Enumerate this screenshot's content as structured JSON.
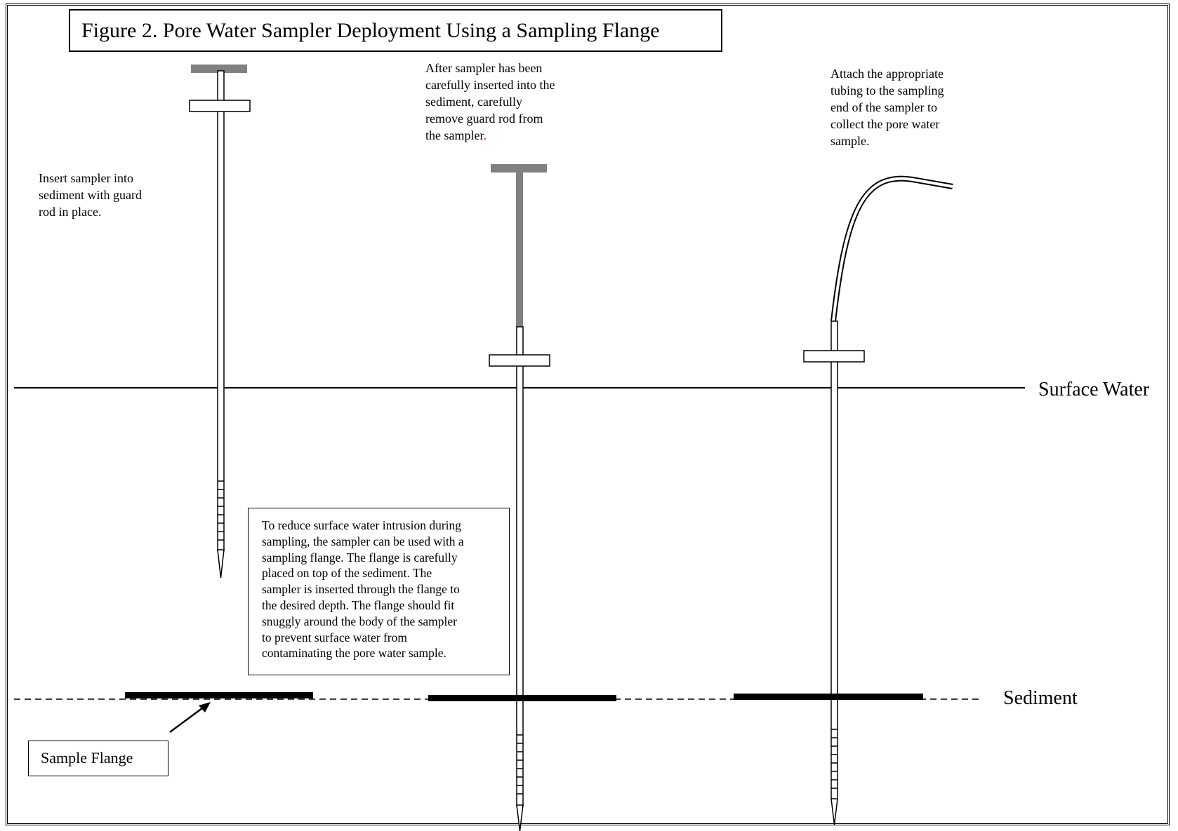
{
  "title": "Figure 2.  Pore Water Sampler Deployment Using a Sampling Flange",
  "notes": {
    "step1": [
      "Insert sampler into",
      "sediment with guard",
      "rod in place."
    ],
    "step2": [
      "After sampler has been",
      "carefully inserted into the",
      "sediment, carefully",
      "remove guard rod from",
      "the sampler"
    ],
    "step2_period": ".",
    "step3": [
      "Attach the appropriate",
      "tubing to the sampling",
      "end of the sampler to",
      "collect the pore water",
      "sample."
    ]
  },
  "callout": [
    "To reduce surface water intrusion during",
    "sampling, the sampler can be used with a",
    "sampling flange.  The flange is carefully",
    "placed on top of the sediment.  The",
    "sampler is inserted through the flange to",
    "the desired depth.  The flange should fit",
    "snuggly around the body of the sampler",
    "to prevent surface water from",
    "contaminating the pore water sample."
  ],
  "labels": {
    "surface_water": "Surface Water",
    "sediment": "Sediment",
    "sample_flange": "Sample Flange"
  },
  "colors": {
    "guard_rod": "#808080",
    "flange": "#000000",
    "outline": "#000000",
    "period_accent": "#d00000"
  }
}
